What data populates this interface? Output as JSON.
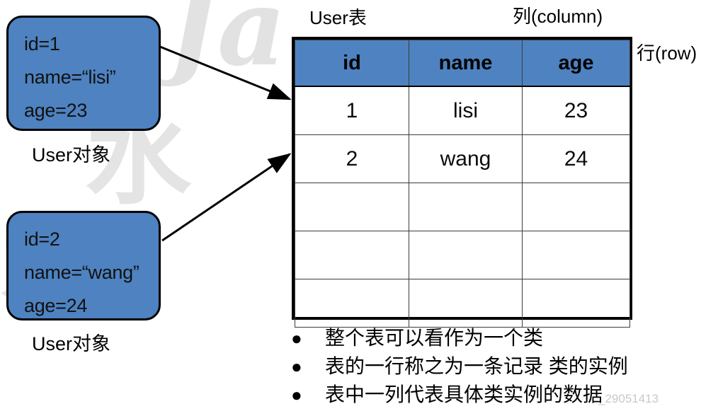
{
  "diagram": {
    "title_label": "User表",
    "column_label": "列(column)",
    "row_label": "行(row)",
    "accent_blue": "#4e82c0",
    "border_color": "#000000"
  },
  "objects": [
    {
      "name": "user-object-1",
      "lines": [
        "id=1",
        "name=“lisi”",
        "age=23"
      ],
      "caption": "User对象"
    },
    {
      "name": "user-object-2",
      "lines": [
        "id=2",
        "name=“wang”",
        "age=24"
      ],
      "caption": "User对象"
    }
  ],
  "table": {
    "headers": [
      "id",
      "name",
      "age"
    ],
    "rows": [
      [
        "1",
        "lisi",
        "23"
      ],
      [
        "2",
        "wang",
        "24"
      ],
      [
        "",
        "",
        ""
      ],
      [
        "",
        "",
        ""
      ],
      [
        "",
        "",
        ""
      ]
    ]
  },
  "notes": {
    "bullet_glyph": "●",
    "items": [
      "整个表可以看作为一个类",
      "表的一行称之为一条记录 类的实例",
      "表中一列代表具体类实例的数据"
    ]
  },
  "watermark": {
    "script_text": "Ja",
    "cjk_text": "水",
    "id_text": "_29051413"
  }
}
